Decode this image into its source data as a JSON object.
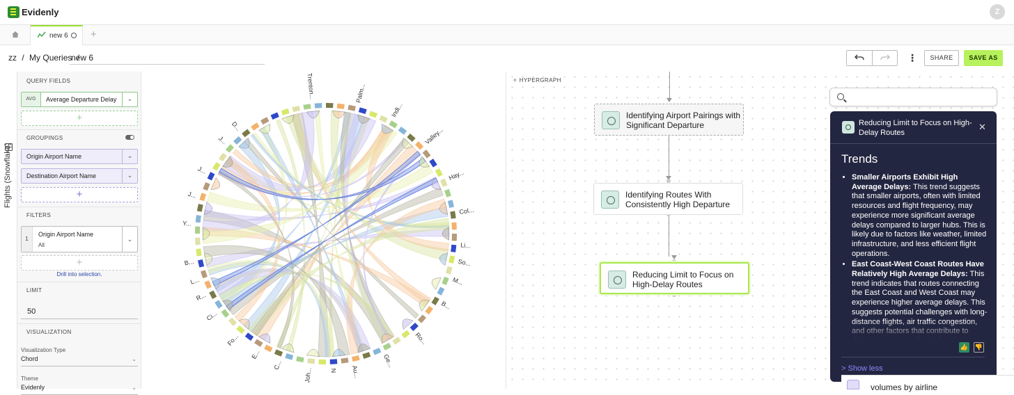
{
  "app": {
    "brand": "Evidenly",
    "user_initial": "Z"
  },
  "tabs": [
    {
      "label": "new 6"
    }
  ],
  "breadcrumb": {
    "root": "zz",
    "sep": "/",
    "folder": "My Queries",
    "query_name": "new 6"
  },
  "toolbar": {
    "share_label": "SHARE",
    "saveas_label": "SAVE AS"
  },
  "rail": {
    "label": "Flights (Snowflake)"
  },
  "query": {
    "fields_title": "QUERY FIELDS",
    "field": {
      "agg": "AVG",
      "name": "Average Departure Delay"
    },
    "groupings_title": "GROUPINGS",
    "groupings": [
      "Origin Airport Name",
      "Destination Airport Name"
    ],
    "filters_title": "FILTERS",
    "filter": {
      "index": "1",
      "name": "Origin Airport Name",
      "value": "All"
    },
    "drill_label": "Drill into selection.",
    "limit_title": "LIMIT",
    "limit_value": "50",
    "viz_title": "VISUALIZATION",
    "viz_type_label": "Visualization Type",
    "viz_type_value": "Chord",
    "theme_label": "Theme",
    "theme_value": "Evidenly"
  },
  "chart_data": {
    "type": "chord",
    "labels": [
      {
        "text": "Trenton...",
        "deg": 354
      },
      {
        "text": "Palm...",
        "deg": 14
      },
      {
        "text": "Indi...",
        "deg": 30
      },
      {
        "text": "Valley...",
        "deg": 48
      },
      {
        "text": "Hay...",
        "deg": 66
      },
      {
        "text": "Col...",
        "deg": 81
      },
      {
        "text": "Li...",
        "deg": 95
      },
      {
        "text": "M...",
        "deg": 110
      },
      {
        "text": "So...",
        "deg": 102
      },
      {
        "text": "B...",
        "deg": 121
      },
      {
        "text": "Ro...",
        "deg": 138
      },
      {
        "text": "Ge...",
        "deg": 154
      },
      {
        "text": "Au...",
        "deg": 168
      },
      {
        "text": "N",
        "deg": 177
      },
      {
        "text": "Joh...",
        "deg": 187
      },
      {
        "text": "C...",
        "deg": 200
      },
      {
        "text": "E...",
        "deg": 210
      },
      {
        "text": "Fo...",
        "deg": 221
      },
      {
        "text": "Ci...",
        "deg": 234
      },
      {
        "text": "R...",
        "deg": 243
      },
      {
        "text": "L...",
        "deg": 250
      },
      {
        "text": "B...",
        "deg": 258
      },
      {
        "text": "Y...",
        "deg": 274
      },
      {
        "text": "J...",
        "deg": 286
      },
      {
        "text": "J...",
        "deg": 297
      },
      {
        "text": "J...",
        "deg": 312
      },
      {
        "text": "D...",
        "deg": 320
      }
    ],
    "ribbon_colors": [
      "#d9e5a4",
      "#c9c1f2",
      "#f6c9a0",
      "#b8b5a4",
      "#a8c8ea",
      "#e8efb0"
    ],
    "segment_colors": [
      "#7a7a4a",
      "#2f49c8",
      "#a8d08a",
      "#f2b26b",
      "#d8e86a",
      "#86b5d9",
      "#b69a7a",
      "#e0e0a8"
    ]
  },
  "hypergraph": {
    "title": "HYPERGRAPH",
    "nodes": [
      {
        "label": "Identifying Airport Pairings with Significant Departure"
      },
      {
        "label": "Identifying Routes With Consistently High Departure"
      },
      {
        "label": "Reducing Limit to Focus on High-Delay Routes"
      }
    ]
  },
  "insight": {
    "title": "Reducing Limit to Focus on High-Delay Routes",
    "heading": "Trends",
    "items": [
      {
        "bold": "Smaller Airports Exhibit High Average Delays:",
        "text": " This trend suggests that smaller airports, often with limited resources and flight frequency, may experience more significant average delays compared to larger hubs. This is likely due to factors like weather, limited infrastructure, and less efficient flight operations."
      },
      {
        "bold": "East Coast-West Coast Routes Have Relatively High Average Delays:",
        "text": " This trend indicates that routes connecting the East Coast and West Coast may experience higher average delays. This suggests potential challenges with long-distance flights, air traffic congestion, and other factors that contribute to delays on transcontinental routes."
      }
    ],
    "show_less": "> Show less"
  },
  "bottom_card": {
    "text": "volumes by airline"
  }
}
